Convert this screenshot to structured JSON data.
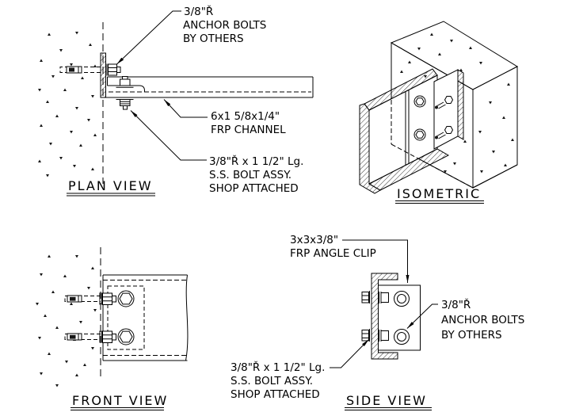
{
  "page": {
    "background": "#ffffff",
    "line_color": "#000000"
  },
  "views": {
    "plan": {
      "title": "PLAN VIEW"
    },
    "isometric": {
      "title": "ISOMETRIC"
    },
    "front": {
      "title": "FRONT VIEW"
    },
    "side": {
      "title": "SIDE VIEW"
    }
  },
  "labels": {
    "plan_anchor_bolts": {
      "line1": "3/8\"Ř",
      "line2": "ANCHOR BOLTS",
      "line3": "BY OTHERS"
    },
    "frp_channel": {
      "line1": "6x1 5/8x1/4\"",
      "line2": "FRP CHANNEL"
    },
    "plan_bolt_assy": {
      "line1": "3/8\"Ř x 1 1/2\" Lg.",
      "line2": "S.S. BOLT ASSY.",
      "line3": "SHOP ATTACHED"
    },
    "frp_angle_clip": {
      "line1": "3x3x3/8\"",
      "line2": "FRP ANGLE CLIP"
    },
    "side_anchor_bolts": {
      "line1": "3/8\"Ř",
      "line2": "ANCHOR BOLTS",
      "line3": "BY OTHERS"
    },
    "side_bolt_assy": {
      "line1": "3/8\"Ř x 1 1/2\" Lg.",
      "line2": "S.S. BOLT ASSY.",
      "line3": "SHOP ATTACHED"
    }
  }
}
